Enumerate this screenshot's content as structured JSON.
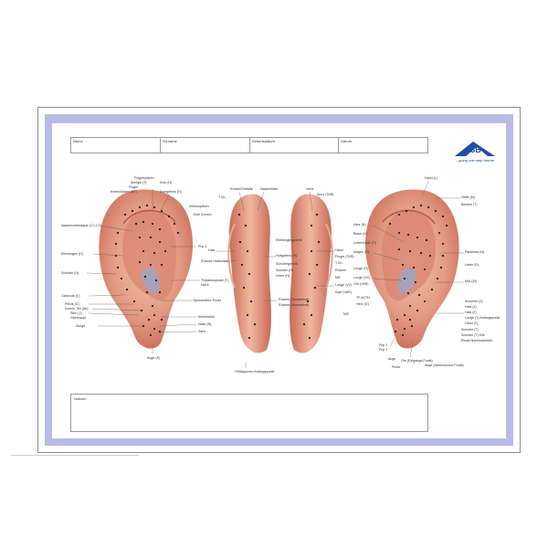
{
  "form": {
    "fields": [
      "Name",
      "Vorname",
      "Geburtsdatum",
      "Datum"
    ]
  },
  "notes_label": "Notizen",
  "brand": {
    "logo_text": "3B",
    "slogan": "...going one step further",
    "color": "#1e4fa3"
  },
  "colors": {
    "frame": "#b8bde6",
    "skin": "#e39a83",
    "skin_dark": "#c86a56",
    "cartilage": "#7a8fb8"
  },
  "ear_left_labels": {
    "left_side": [
      "Nackenwirbelsäule (C1-C7)",
      "Ellenbogen (H)",
      "Schulter (H)",
      "Clavicula (C)",
      "Pelvis (D)",
      "Innerer Teil (Ab)",
      "Stirn (J)",
      "Oberhaupt",
      "Zunge"
    ],
    "top": [
      "Fingerspitzen",
      "Allergie (T)",
      "Finger",
      "Knieschützer (AF)",
      "Knie (H)",
      "Kniegelenk (H)",
      "Zehenspitzen",
      "Knie (Innen)"
    ],
    "right_side": [
      "Prip 1",
      "Thalamuspunkt (T)",
      "Niere",
      "Speiseröhre-Punkt",
      "Kieferkehle",
      "Nase (N)",
      "Zahn"
    ],
    "bottom": [
      "Auge (E)"
    ]
  },
  "ear_mid_left_labels": {
    "top": [
      "Kreisel/Ohrfalte",
      "Nackenfalte"
    ],
    "left_side": [
      "T.Ch.",
      "Hals",
      "Rücken Halswirbel"
    ],
    "right_side": [
      "Ellenbogengelenk",
      "Hüftgelenk (H)",
      "Schultergelenk",
      "Schulter (H)",
      "Leber (H)",
      "Rücken (Brustwirbel)",
      "Rücken (Brustwirbel)"
    ],
    "bottom": [
      "Ohrläppchen Anfangspunkt"
    ]
  },
  "ear_mid_right_labels": {
    "top": [
      "Vena",
      "Anus (TAR)"
    ],
    "left_side": [
      "Hand",
      "Finger (TAR)",
      "T.Ch.",
      "Rücken",
      "MR",
      "Lunge (VC)",
      "Kopf (VAR)"
    ],
    "right_side": [],
    "bottom": [
      "TAR"
    ]
  },
  "ear_right_labels": {
    "left_side": [
      "Herz (N)",
      "Blase (G)",
      "Leber/Galle (Ti)",
      "Magen (H)",
      "Lunge (H)",
      "Lunge (VC)",
      "Ohr (VAR)",
      "TF ACTH",
      "Herz (G)"
    ],
    "top": [
      "Hand (L)"
    ],
    "right_side": [
      "Hüfte (M)",
      "Becken (T)",
      "Pankreas (N)",
      "Leber (E)",
      "Milz (M)",
      "Knochen (2)",
      "Hals (1)",
      "Hals (2)",
      "Lunge (T) Anfangspunkt",
      "Hand (T)",
      "Schulter (T)",
      "Schulter (T) Eile",
      "Pinsel Nachkrankheit"
    ],
    "bottom": [
      "Prip 1",
      "Prip 2",
      "Auge",
      "Ohr (Eingangs-Punkt)",
      "Auge (Nasenwurzel Punkt)",
      "Punkt"
    ]
  }
}
